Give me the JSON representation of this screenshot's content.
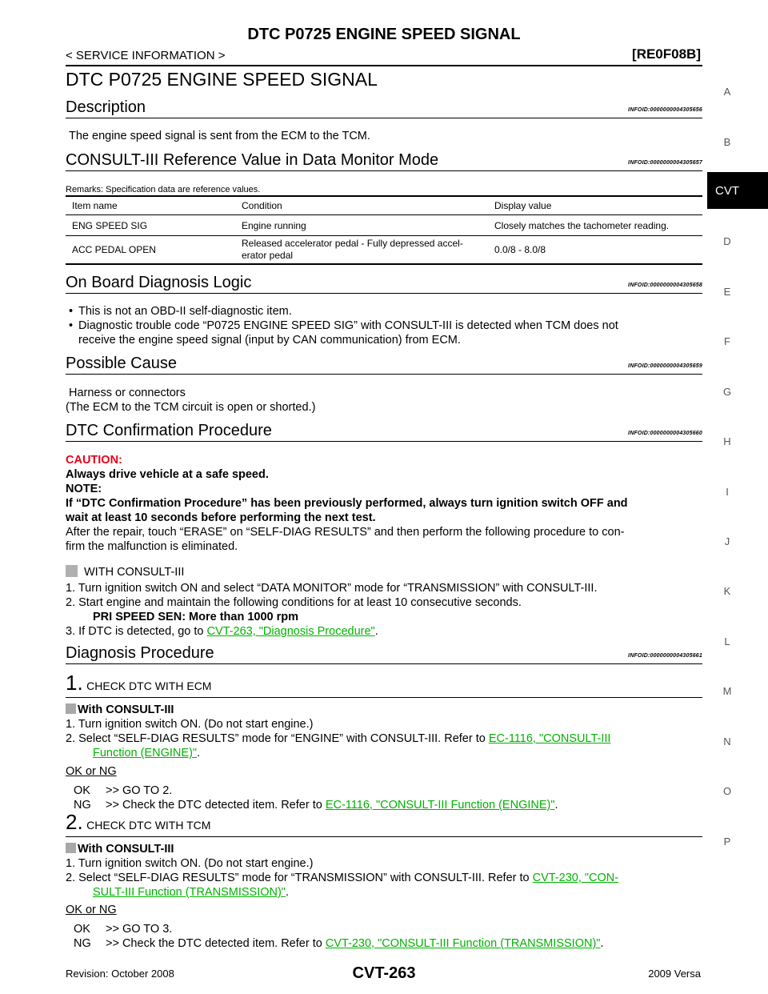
{
  "header": {
    "title": "DTC P0725 ENGINE SPEED SIGNAL",
    "section": "< SERVICE INFORMATION >",
    "model": "[RE0F08B]"
  },
  "side_index": {
    "letters_top": [
      "A",
      "B"
    ],
    "active": "CVT",
    "letters_bottom": [
      "D",
      "E",
      "F",
      "G",
      "H",
      "I",
      "J",
      "K",
      "L",
      "M",
      "N",
      "O",
      "P"
    ]
  },
  "page_title": "DTC P0725 ENGINE SPEED SIGNAL",
  "description": {
    "heading": "Description",
    "infoid": "INFOID:0000000004305656",
    "text": "The engine speed signal is sent from the ECM to the TCM."
  },
  "reference": {
    "heading": "CONSULT-III Reference Value in Data Monitor Mode",
    "infoid": "INFOID:0000000004305657",
    "remarks": "Remarks: Specification data are reference values.",
    "columns": [
      "Item name",
      "Condition",
      "Display value"
    ],
    "rows": [
      {
        "item": "ENG SPEED SIG",
        "condition": "Engine running",
        "value": "Closely matches the tachometer reading."
      },
      {
        "item": "ACC PEDAL OPEN",
        "condition_1": "Released accelerator pedal - Fully depressed accel-",
        "condition_2": "erator pedal",
        "value": "0.0/8 - 8.0/8"
      }
    ]
  },
  "obd_logic": {
    "heading": "On Board Diagnosis Logic",
    "infoid": "INFOID:0000000004305658",
    "bullet_1": "This is not an OBD-II self-diagnostic item.",
    "bullet_2a": "Diagnostic trouble code “P0725 ENGINE SPEED SIG” with CONSULT-III is detected when TCM does not",
    "bullet_2b": "receive the engine speed signal (input by CAN communication) from ECM."
  },
  "possible_cause": {
    "heading": "Possible Cause",
    "infoid": "INFOID:0000000004305659",
    "line_1": "Harness or connectors",
    "line_2": "(The ECM to the TCM circuit is open or shorted.)"
  },
  "confirmation": {
    "heading": "DTC Confirmation Procedure",
    "infoid": "INFOID:0000000004305660",
    "caution_label": "CAUTION:",
    "caution_text": "Always drive vehicle at a safe speed.",
    "note_label": "NOTE:",
    "note_1": "If “DTC Confirmation Procedure” has been previously performed, always turn ignition switch OFF and",
    "note_2": "wait at least 10 seconds before performing the next test.",
    "after_1": "After the repair, touch “ERASE” on “SELF-DIAG RESULTS” and then perform the following procedure to con-",
    "after_2": "firm the malfunction is eliminated.",
    "with_label": "WITH CONSULT-III",
    "step1": "1.  Turn ignition switch ON and select “DATA MONITOR” mode for “TRANSMISSION” with CONSULT-III.",
    "step2": "2.  Start engine and maintain the following conditions for at least 10 consecutive seconds.",
    "step2_cond": "PRI SPEED SEN: More than 1000 rpm",
    "step3_pre": "3.  If DTC is detected, go to ",
    "step3_link": "CVT-263, \"Diagnosis Procedure\"",
    "step3_post": "."
  },
  "diagnosis": {
    "heading": "Diagnosis Procedure",
    "infoid": "INFOID:0000000004305661",
    "steps": [
      {
        "num": "1.",
        "title": "CHECK DTC WITH ECM",
        "with_label": "With CONSULT-III",
        "s1": "1.  Turn ignition switch ON. (Do not start engine.)",
        "s2_pre": "2.  Select “SELF-DIAG RESULTS” mode for “ENGINE” with CONSULT-III. Refer to ",
        "s2_link_a": "EC-1116, \"CONSULT-III",
        "s2_link_b": "Function (ENGINE)\"",
        "s2_post": ".",
        "okng": "OK or NG",
        "ok_label": "OK",
        "ok_text": ">> GO TO 2.",
        "ng_label": "NG",
        "ng_pre": ">> Check the DTC detected item. Refer to ",
        "ng_link": "EC-1116, \"CONSULT-III Function (ENGINE)\"",
        "ng_post": "."
      },
      {
        "num": "2.",
        "title": "CHECK DTC WITH TCM",
        "with_label": "With CONSULT-III",
        "s1": "1.  Turn ignition switch ON. (Do not start engine.)",
        "s2_pre": "2.  Select “SELF-DIAG RESULTS” mode for “TRANSMISSION” with CONSULT-III. Refer to ",
        "s2_link_a": "CVT-230, \"CON-",
        "s2_link_b": "SULT-III Function (TRANSMISSION)\"",
        "s2_post": ".",
        "okng": "OK or NG",
        "ok_label": "OK",
        "ok_text": ">> GO TO 3.",
        "ng_label": "NG",
        "ng_pre": ">> Check the DTC detected item. Refer to ",
        "ng_link": "CVT-230, \"CONSULT-III Function (TRANSMISSION)\"",
        "ng_post": "."
      }
    ]
  },
  "footer": {
    "revision": "Revision: October 2008",
    "page_code": "CVT-263",
    "model_year": "2009 Versa"
  }
}
